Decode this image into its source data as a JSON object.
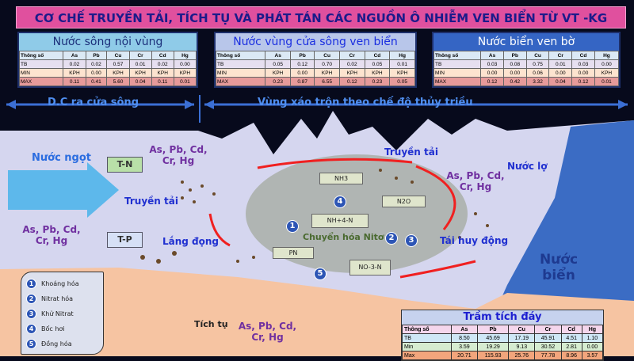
{
  "title": "CƠ CHẾ TRUYỀN TẢI, TÍCH TỤ VÀ PHÁT TÁN CÁC NGUỒN Ô NHIỄM VEN BIỂN TỪ VT -KG",
  "tables": [
    {
      "title": "Nước sông nội vùng",
      "headers": [
        "Thông số",
        "As",
        "Pb",
        "Cu",
        "Cr",
        "Cd",
        "Hg"
      ],
      "rows": [
        [
          "TB",
          "0.02",
          "0.02",
          "0.57",
          "0.01",
          "0.02",
          "0.00"
        ],
        [
          "MIN",
          "KPH",
          "0.00",
          "KPH",
          "KPH",
          "KPH",
          "KPH"
        ],
        [
          "MAX",
          "0.11",
          "0.41",
          "5.60",
          "0.04",
          "0.11",
          "0.01"
        ]
      ]
    },
    {
      "title": "Nước vùng cửa sông ven biển",
      "headers": [
        "Thông số",
        "As",
        "Pb",
        "Cu",
        "Cr",
        "Cd",
        "Hg"
      ],
      "rows": [
        [
          "TB",
          "0.05",
          "0.12",
          "0.70",
          "0.02",
          "0.05",
          "0.01"
        ],
        [
          "MIN",
          "KPH",
          "0.00",
          "KPH",
          "KPH",
          "KPH",
          "KPH"
        ],
        [
          "MAX",
          "0.23",
          "0.87",
          "6.55",
          "0.12",
          "0.23",
          "0.05"
        ]
      ]
    },
    {
      "title": "Nước biển ven bờ",
      "headers": [
        "Thông số",
        "As",
        "Pb",
        "Cu",
        "Cr",
        "Cd",
        "Hg"
      ],
      "rows": [
        [
          "TB",
          "0.03",
          "0.08",
          "0.75",
          "0.01",
          "0.03",
          "0.00"
        ],
        [
          "MIN",
          "0.00",
          "0.00",
          "0.06",
          "0.00",
          "0.00",
          "KPH"
        ],
        [
          "MAX",
          "0.12",
          "0.42",
          "3.32",
          "0.04",
          "0.12",
          "0.01"
        ]
      ]
    }
  ],
  "zones": {
    "river": "D.C ra cửa sông",
    "tidal": "Vùng xáo trộn theo chế độ thủy triều"
  },
  "labels": {
    "fresh": "Nước ngọt",
    "brackish": "Nước lợ",
    "sea": "Nước biển",
    "tn": "T-N",
    "tp": "T-P",
    "metals": "As, Pb, Cd, Cr, Hg",
    "transport1": "Truyền tải",
    "transport2": "Truyền tải",
    "settle": "Lắng đọng",
    "resuspend": "Tái huy động",
    "accumulate": "Tích tụ",
    "nitrogen": "Chuyển hóa Nitơ"
  },
  "nitrogen": {
    "nh3": "NH3",
    "n2o": "N2O",
    "nh4": "NH+4-N",
    "pn": "PN",
    "no3": "NO-3-N"
  },
  "legend": [
    {
      "n": "1",
      "label": "Khoáng hóa"
    },
    {
      "n": "2",
      "label": "Nitrat hóa"
    },
    {
      "n": "3",
      "label": "Khử Nitrat"
    },
    {
      "n": "4",
      "label": "Bốc hơi"
    },
    {
      "n": "5",
      "label": "Đồng hóa"
    }
  ],
  "sediment": {
    "title": "Trầm tích đáy",
    "headers": [
      "Thông số",
      "As",
      "Pb",
      "Cu",
      "Cr",
      "Cd",
      "Hg"
    ],
    "rows": [
      [
        "TB",
        "8.50",
        "45.69",
        "17.19",
        "45.91",
        "4.51",
        "1.10"
      ],
      [
        "Min",
        "3.59",
        "19.29",
        "9.13",
        "30.52",
        "2.81",
        "0.00"
      ],
      [
        "Max",
        "20.71",
        "115.93",
        "25.76",
        "77.78",
        "8.96",
        "3.57"
      ]
    ]
  }
}
